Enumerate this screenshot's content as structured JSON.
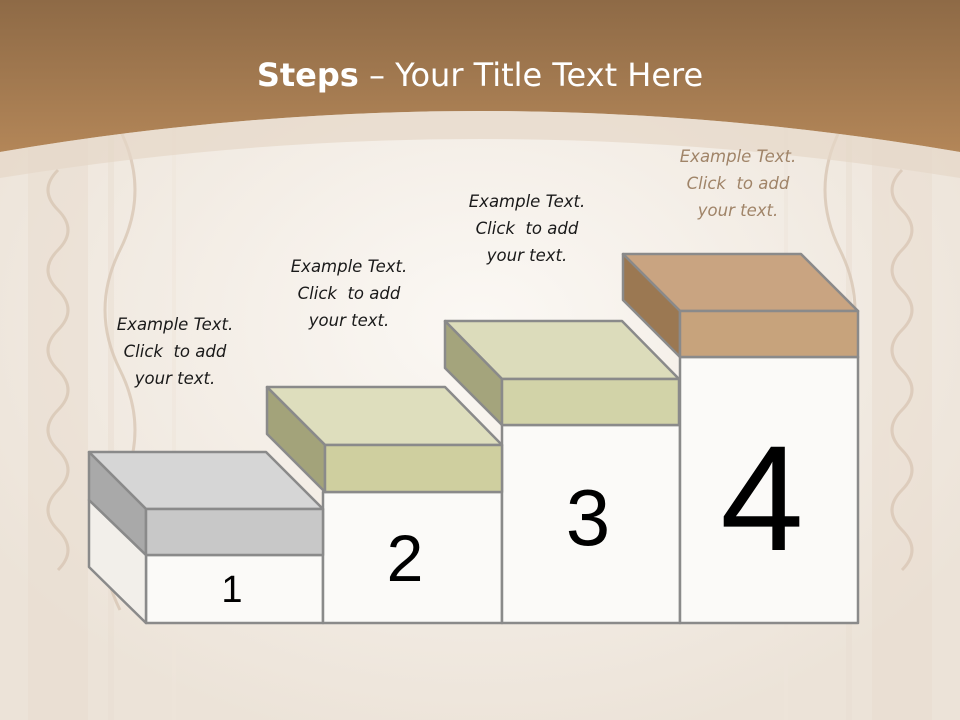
{
  "slide": {
    "title_bold": "Steps",
    "title_rest": " – Your Title Text Here"
  },
  "steps": [
    {
      "number": "1",
      "caption": "Example Text.\nClick  to add\nyour text."
    },
    {
      "number": "2",
      "caption": "Example Text.\nClick  to add\nyour text."
    },
    {
      "number": "3",
      "caption": "Example Text.\nClick  to add\nyour text."
    },
    {
      "number": "4",
      "caption": "Example Text.\nClick  to add\nyour text."
    }
  ],
  "colors": {
    "header": "#a97f52",
    "background": "#f3ede6",
    "step1": "#c9c9c9",
    "step2": "#cfcf9f",
    "step3": "#d2d3a8",
    "step4": "#c7a37c"
  }
}
